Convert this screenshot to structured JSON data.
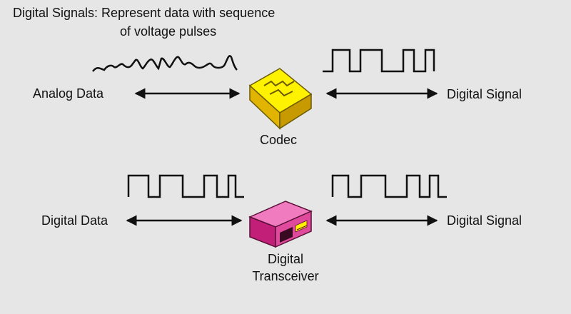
{
  "title": {
    "line1": "Digital Signals: Represent data with sequence",
    "line2": "of voltage pulses"
  },
  "codec_row": {
    "left_label": "Analog Data",
    "right_label": "Digital Signal",
    "device_label": "Codec",
    "device_icon": "codec-chip-icon",
    "device_color": "#f5d000"
  },
  "transceiver_row": {
    "left_label": "Digital Data",
    "right_label": "Digital Signal",
    "device_label_line1": "Digital",
    "device_label_line2": "Transceiver",
    "device_icon": "digital-transceiver-icon",
    "device_color": "#d02b86"
  },
  "colors": {
    "background": "#e6e6e6",
    "lines": "#111111"
  }
}
